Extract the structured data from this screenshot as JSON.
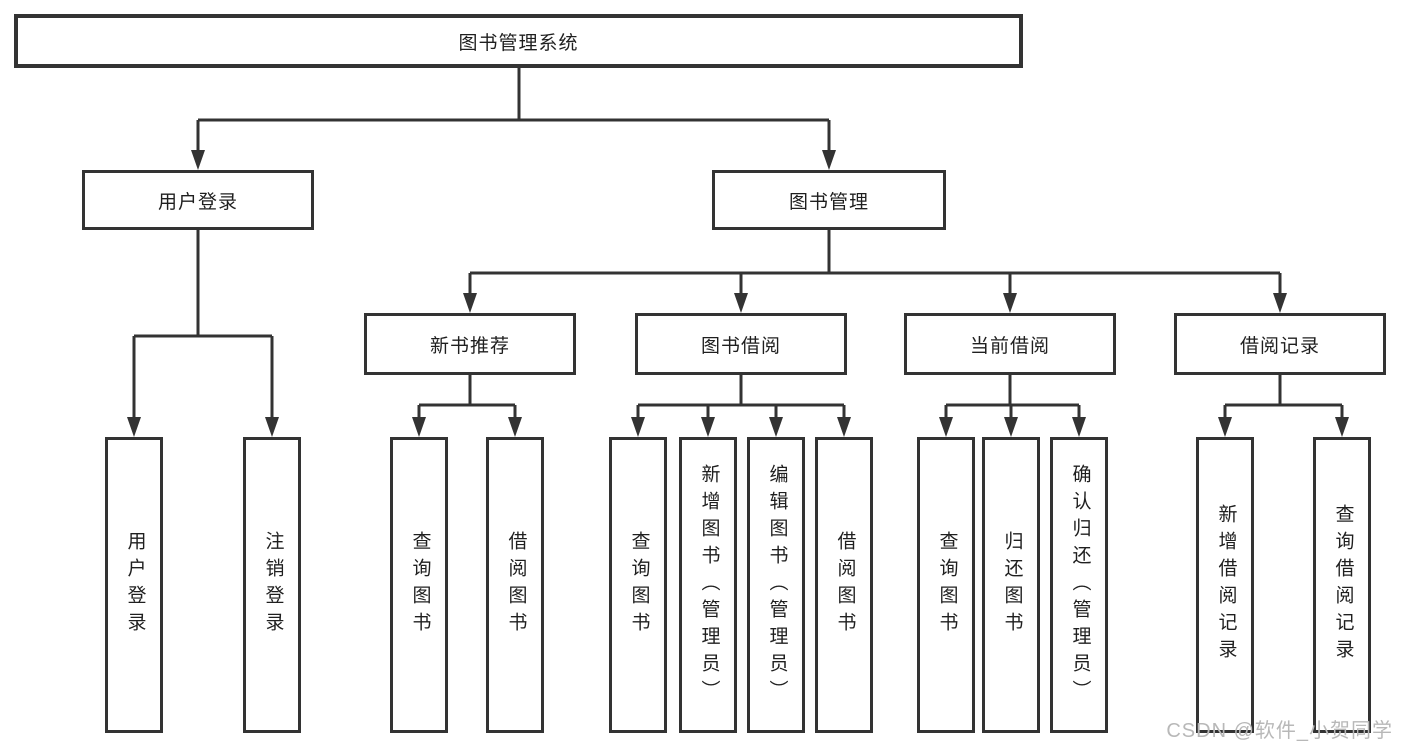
{
  "diagram": {
    "root": "图书管理系统",
    "level2": [
      "用户登录",
      "图书管理"
    ],
    "level3": [
      "新书推荐",
      "图书借阅",
      "当前借阅",
      "借阅记录"
    ],
    "leaves": {
      "user_login": [
        "用户登录",
        "注销登录"
      ],
      "new_book_recommend": [
        "查询图书",
        "借阅图书"
      ],
      "book_borrow": [
        "查询图书",
        "新增图书（管理员）",
        "编辑图书（管理员）",
        "借阅图书"
      ],
      "current_borrow": [
        "查询图书",
        "归还图书",
        "确认归还（管理员）"
      ],
      "borrow_record": [
        "新增借阅记录",
        "查询借阅记录"
      ]
    }
  },
  "watermark": "CSDN @软件_小贺同学",
  "colors": {
    "line": "#333333",
    "box_border": "#333333",
    "text": "#1f1f1f",
    "watermark": "#b8b8b8",
    "background": "#ffffff"
  }
}
